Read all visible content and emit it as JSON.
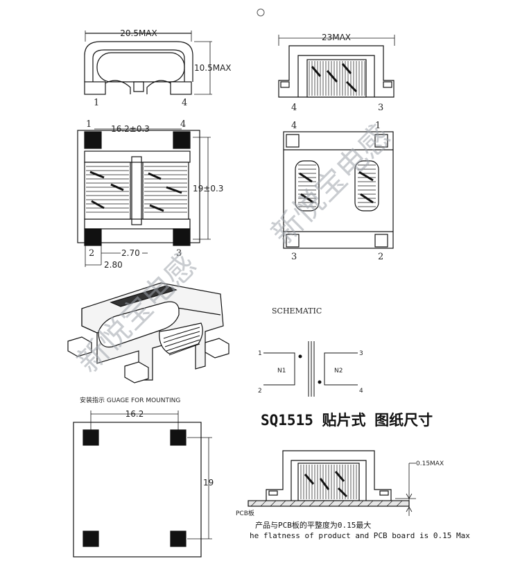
{
  "labels": {
    "dim_top_width": "20.5MAX",
    "dim_top_height": "10.5MAX",
    "dim_side_width": "23MAX",
    "dim_pin_pitch": "16.2±0.3",
    "dim_body_height": "19±0.3",
    "dim_pad_a": "2.70",
    "dim_pad_b": "2.80",
    "schematic_title": "SCHEMATIC",
    "n1": "N1",
    "n2": "N2",
    "mount_guide": "安装指示  GUAGE FOR MOUNTING",
    "gauge_width": "16.2",
    "gauge_height": "19",
    "title": "SQ1515 贴片式 图纸尺寸",
    "flatness_max": "0.15MAX",
    "pcb_label": "PCB板",
    "note_cn": "产品与PCB板的平整度为0.15最大",
    "note_en": "he flatness of product and PCB board is 0.15 Max",
    "watermark_1": "新悦宝电感",
    "watermark_2": "新悦宝电感"
  },
  "pins": {
    "p1": "1",
    "p2": "2",
    "p3": "3",
    "p4": "4"
  }
}
